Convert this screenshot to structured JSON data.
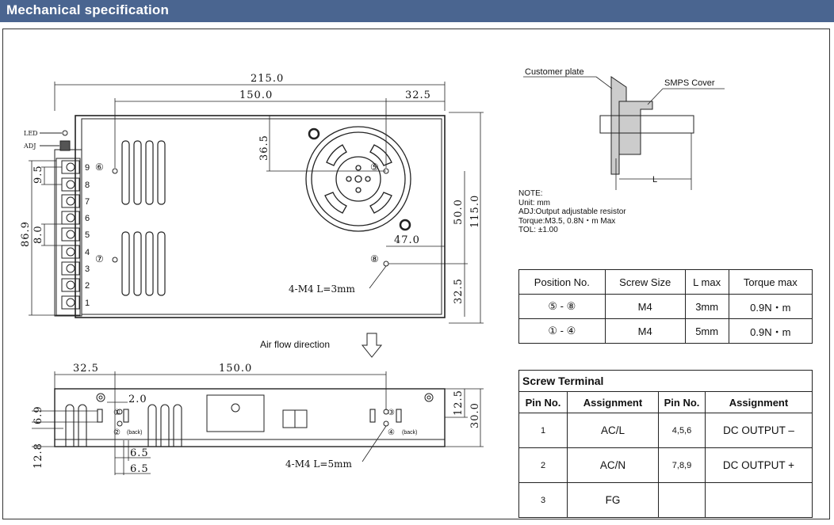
{
  "header": {
    "title": "Mechanical specification"
  },
  "drawing": {
    "dims": {
      "d215": "215.0",
      "d150": "150.0",
      "d325": "32.5",
      "d365": "36.5",
      "d95": "9.5",
      "d80": "8.0",
      "d869": "86.9",
      "d500": "50.0",
      "d1150": "115.0",
      "d470": "47.0",
      "d325b": "32.5",
      "m4_3": "4-M4 L=3mm",
      "b325": "32.5",
      "b150": "150.0",
      "b20": "2.0",
      "b69": "6.9",
      "b128": "12.8",
      "b65a": "6.5",
      "b65b": "6.5",
      "b125": "12.5",
      "b300": "30.0",
      "m4_5": "4-M4 L=5mm"
    },
    "labels": {
      "led": "LED",
      "adj": "ADJ",
      "airflow": "Air flow direction",
      "back1": "(back)",
      "back2": "(back)",
      "customer_plate": "Customer plate",
      "smps_cover": "SMPS Cover",
      "l": "L"
    },
    "markers": {
      "m1": "⑥",
      "m2": "⑤",
      "m3": "⑦",
      "m4": "⑧",
      "b1": "①",
      "b2": "②",
      "b3": "③",
      "b4": "④"
    },
    "terminals": [
      "9",
      "8",
      "7",
      "6",
      "5",
      "4",
      "3",
      "2",
      "1"
    ]
  },
  "note": {
    "lines": [
      "NOTE:",
      "Unit: mm",
      "ADJ:Output adjustable resistor",
      "Torque:M3.5, 0.8N・m Max",
      "TOL: ±1.00"
    ]
  },
  "screw_table": {
    "headers": [
      "Position No.",
      "Screw Size",
      "L max",
      "Torque max"
    ],
    "rows": [
      [
        "⑤ - ⑧",
        "M4",
        "3mm",
        "0.9N・m"
      ],
      [
        "① - ④",
        "M4",
        "5mm",
        "0.9N・m"
      ]
    ]
  },
  "terminal_table": {
    "caption": "Screw Terminal",
    "headers": [
      "Pin No.",
      "Assignment",
      "Pin No.",
      "Assignment"
    ],
    "rows": [
      [
        "1",
        "AC/L",
        "4,5,6",
        "DC OUTPUT –"
      ],
      [
        "2",
        "AC/N",
        "7,8,9",
        "DC OUTPUT +"
      ],
      [
        "3",
        "FG",
        "",
        ""
      ]
    ]
  }
}
